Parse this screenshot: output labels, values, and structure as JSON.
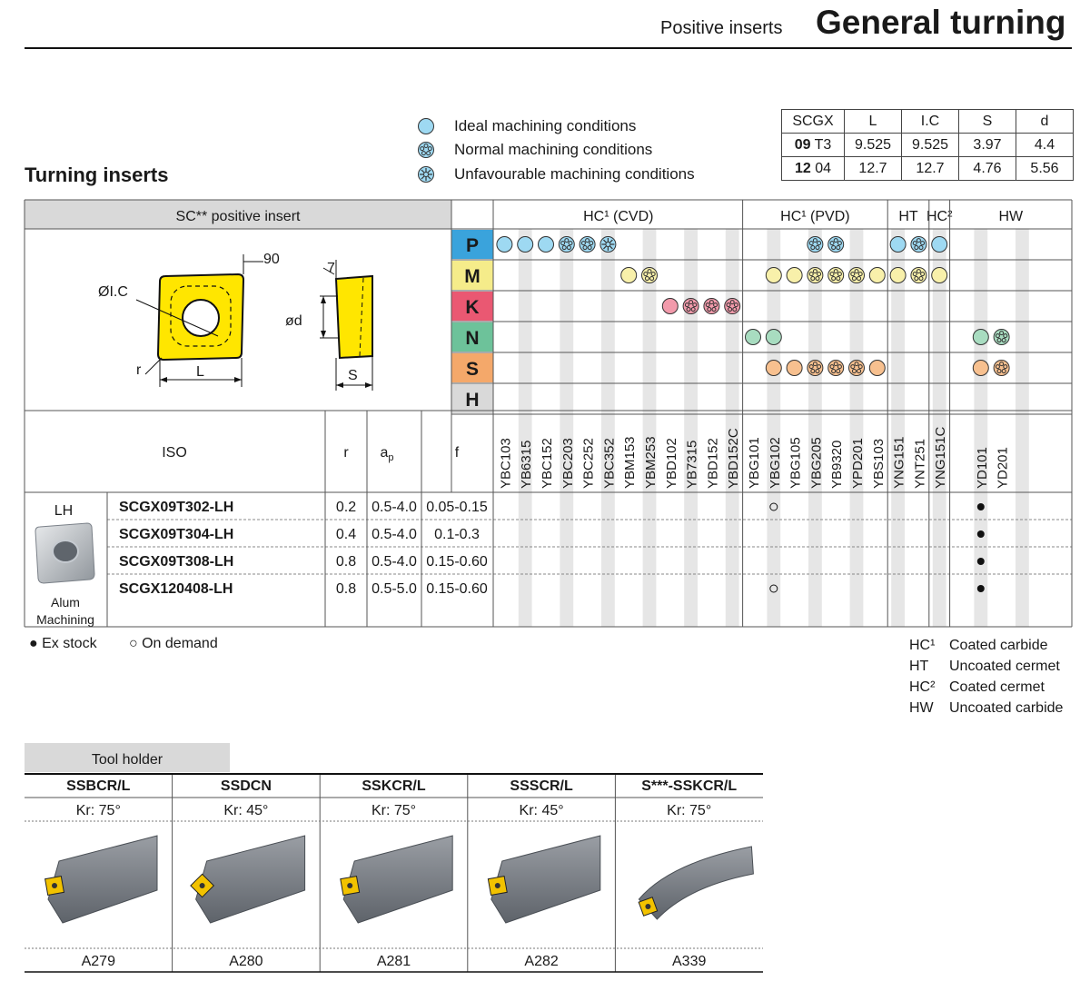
{
  "header": {
    "subtitle": "Positive inserts",
    "title": "General turning"
  },
  "section_title": "Turning inserts",
  "legend": [
    {
      "label": "Ideal machining conditions"
    },
    {
      "label": "Normal machining conditions"
    },
    {
      "label": "Unfavourable machining conditions"
    }
  ],
  "dim_table": {
    "headers": [
      "SCGX",
      "L",
      "I.C",
      "S",
      "d"
    ],
    "rows": [
      {
        "code_bold": "09",
        "code": "T3",
        "L": "9.525",
        "IC": "9.525",
        "S": "3.97",
        "d": "4.4"
      },
      {
        "code_bold": "12",
        "code": "04",
        "L": "12.7",
        "IC": "12.7",
        "S": "4.76",
        "d": "5.56"
      }
    ]
  },
  "insert_panel": {
    "title": "SC** positive insert",
    "label_90": "90",
    "label_ic": "ØI.C",
    "label_r": "r",
    "label_L": "L",
    "label_7": "7",
    "label_d": "ød",
    "label_S": "S"
  },
  "groups": [
    {
      "label": "HC¹ (CVD)"
    },
    {
      "label": "HC¹ (PVD)"
    },
    {
      "label": "HT"
    },
    {
      "label": "HC²"
    },
    {
      "label": "HW"
    }
  ],
  "iso_materials": [
    {
      "letter": "P",
      "color": "#3aa3dc"
    },
    {
      "letter": "M",
      "color": "#f5ec8a"
    },
    {
      "letter": "K",
      "color": "#ea5872"
    },
    {
      "letter": "N",
      "color": "#6dc29a"
    },
    {
      "letter": "S",
      "color": "#f4a86a"
    },
    {
      "letter": "H",
      "color": "#d9d9d9"
    }
  ],
  "grades": [
    "YBC103",
    "YB6315",
    "YBC152",
    "YBC203",
    "YBC252",
    "YBC352",
    "YBM153",
    "YBM253",
    "YBD102",
    "YB7315",
    "YBD152",
    "YBD152C",
    "YBG101",
    "YBG102",
    "YBG105",
    "YBG205",
    "YB9320",
    "YPD201",
    "YBS103",
    "YNG151",
    "YNT251",
    "YNG151C",
    "",
    "YD101",
    "YD201",
    ""
  ],
  "suitability": {
    "P": [
      "ideal",
      "ideal",
      "ideal",
      "normal",
      "normal",
      "unfav",
      "",
      "",
      "",
      "",
      "",
      "",
      "",
      "",
      "",
      "normal",
      "normal",
      "",
      "",
      "ideal",
      "normal",
      "ideal",
      "",
      "",
      "",
      ""
    ],
    "M": [
      "",
      "",
      "",
      "",
      "",
      "",
      "ideal",
      "normal",
      "",
      "",
      "",
      "",
      "",
      "ideal",
      "ideal",
      "normal",
      "normal",
      "normal",
      "ideal",
      "ideal",
      "normal",
      "ideal",
      "",
      "",
      "",
      ""
    ],
    "K": [
      "",
      "",
      "",
      "",
      "",
      "",
      "",
      "",
      "ideal",
      "normal",
      "normal",
      "normal",
      "",
      "",
      "",
      "",
      "",
      "",
      "",
      "",
      "",
      "",
      "",
      "",
      "",
      ""
    ],
    "N": [
      "",
      "",
      "",
      "",
      "",
      "",
      "",
      "",
      "",
      "",
      "",
      "",
      "ideal",
      "ideal",
      "",
      "",
      "",
      "",
      "",
      "",
      "",
      "",
      "",
      "ideal",
      "normal",
      ""
    ],
    "S": [
      "",
      "",
      "",
      "",
      "",
      "",
      "",
      "",
      "",
      "",
      "",
      "",
      "",
      "ideal",
      "ideal",
      "normal",
      "normal",
      "normal",
      "ideal",
      "",
      "",
      "",
      "",
      "ideal",
      "normal",
      ""
    ],
    "H": [
      "",
      "",
      "",
      "",
      "",
      "",
      "",
      "",
      "",
      "",
      "",
      "",
      "",
      "",
      "",
      "",
      "",
      "",
      "",
      "",
      "",
      "",
      "",
      "",
      "",
      ""
    ]
  },
  "table_headers": {
    "iso": "ISO",
    "r": "r",
    "ap": "a",
    "ap_sub": "p",
    "f": "f"
  },
  "product_group": {
    "label": "LH",
    "caption_line1": "Alum",
    "caption_line2": "Machining"
  },
  "products": [
    {
      "iso": "SCGX09T302-LH",
      "r": "0.2",
      "ap": "0.5-4.0",
      "f": "0.05-0.15",
      "on_demand_col": 13,
      "stock_col": 23
    },
    {
      "iso": "SCGX09T304-LH",
      "r": "0.4",
      "ap": "0.5-4.0",
      "f": "0.1-0.3",
      "on_demand_col": -1,
      "stock_col": 23
    },
    {
      "iso": "SCGX09T308-LH",
      "r": "0.8",
      "ap": "0.5-4.0",
      "f": "0.15-0.60",
      "on_demand_col": -1,
      "stock_col": 23
    },
    {
      "iso": "SCGX120408-LH",
      "r": "0.8",
      "ap": "0.5-5.0",
      "f": "0.15-0.60",
      "on_demand_col": 13,
      "stock_col": 23
    }
  ],
  "stock_notes": {
    "ex_stock": "● Ex stock",
    "on_demand": "○ On demand"
  },
  "glossary": [
    {
      "abbr": "HC¹",
      "desc": "Coated carbide"
    },
    {
      "abbr": "HT",
      "desc": "Uncoated cermet"
    },
    {
      "abbr": "HC²",
      "desc": "Coated cermet"
    },
    {
      "abbr": "HW",
      "desc": "Uncoated carbide"
    }
  ],
  "tool_holder": {
    "title": "Tool holder",
    "items": [
      {
        "name": "SSBCR/L",
        "kr": "Kr: 75°",
        "page": "A279"
      },
      {
        "name": "SSDCN",
        "kr": "Kr: 45°",
        "page": "A280"
      },
      {
        "name": "SSKCR/L",
        "kr": "Kr: 75°",
        "page": "A281"
      },
      {
        "name": "SSSCR/L",
        "kr": "Kr: 45°",
        "page": "A282"
      },
      {
        "name": "S***-SSKCR/L",
        "kr": "Kr: 75°",
        "page": "A339"
      }
    ]
  },
  "colors": {
    "header_gray": "#d9d9d9",
    "stripe": "#e6e6e6",
    "insert_yellow": "#ffe600",
    "ideal_blue": "#9ed9f2"
  }
}
